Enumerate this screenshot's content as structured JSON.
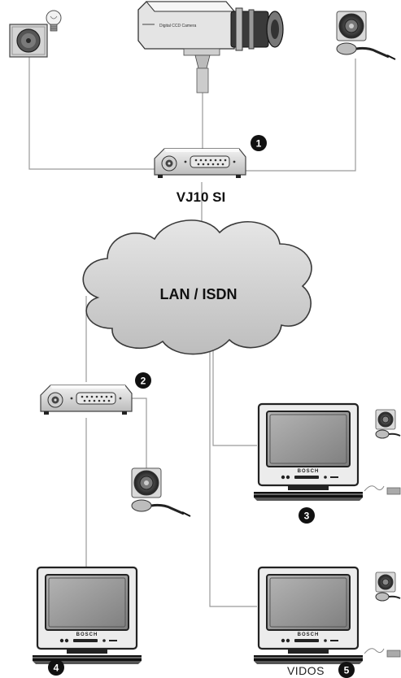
{
  "diagram": {
    "encoder_top": {
      "label": "VJ10 SI",
      "badge": "1"
    },
    "network": {
      "label": "LAN / ISDN"
    },
    "decoder": {
      "badge": "2"
    },
    "monitor_right_top": {
      "badge": "3",
      "brand": "BOSCH"
    },
    "monitor_left": {
      "badge": "4",
      "brand": "BOSCH"
    },
    "monitor_right_bottom": {
      "badge": "5",
      "brand": "BOSCH",
      "caption": "VIDOS"
    },
    "camera": {
      "text": "Digital CCD Camera"
    }
  },
  "colors": {
    "line": "#9a9a9a",
    "badge": "#111111",
    "cloud_fill": "#d4d4d4"
  },
  "icons": [
    "sensor-with-lightbulb-icon",
    "ccd-camera-icon",
    "speaker-microphone-icon",
    "encoder-box-icon",
    "network-cloud-icon",
    "monitor-keyboard-icon"
  ]
}
